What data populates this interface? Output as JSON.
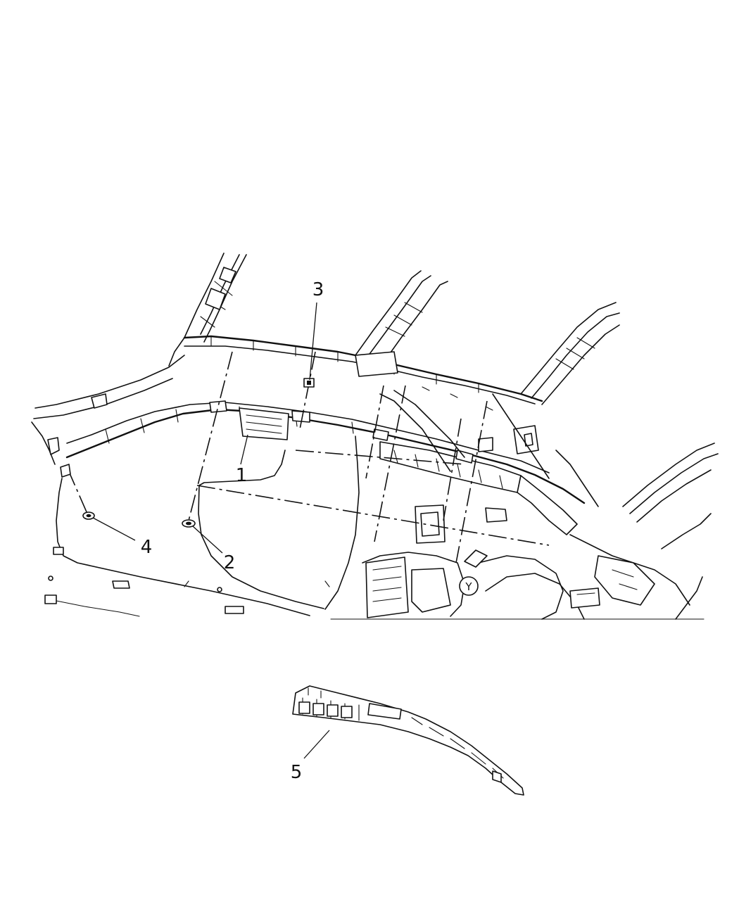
{
  "diagram": {
    "callouts": [
      {
        "id": "callout-1",
        "label": "1"
      },
      {
        "id": "callout-2",
        "label": "2"
      },
      {
        "id": "callout-3",
        "label": "3"
      },
      {
        "id": "callout-4",
        "label": "4"
      },
      {
        "id": "callout-5",
        "label": "5"
      }
    ],
    "reference_marker": {
      "label": "Y"
    }
  }
}
